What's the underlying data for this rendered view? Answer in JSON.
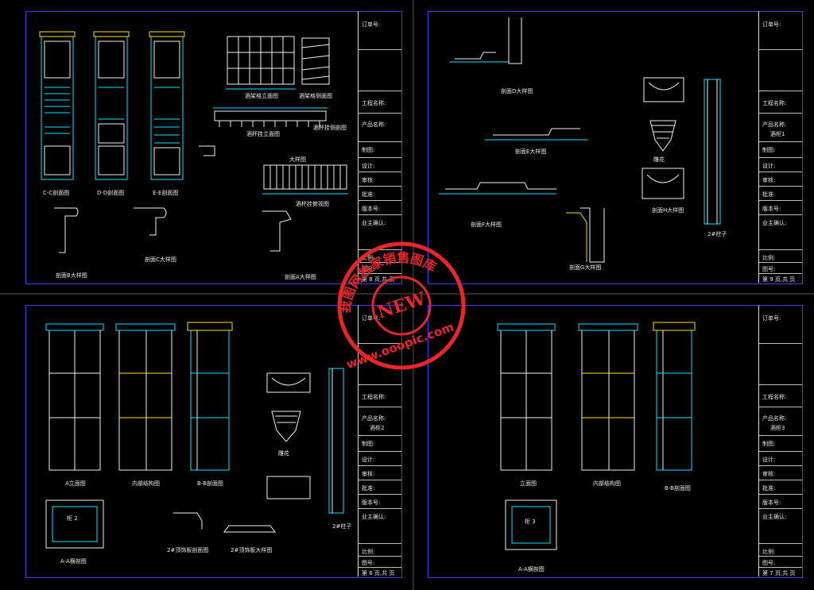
{
  "colors": {
    "background": "#000000",
    "frame": "#3c3cff",
    "cyan": "#00e5ff",
    "white": "#f0f0f0",
    "yellow": "#ffe000",
    "magenta": "#ff3cff",
    "stamp_red": "#e8262a"
  },
  "stamp": {
    "top_text": "我图网独家销售图库",
    "center_text": "NEW",
    "url_text": "www.ooopic.com"
  },
  "watermark": {
    "text": "我图网"
  },
  "sheets": [
    {
      "id": "sheet-top-left",
      "title_block": {
        "order_no": "订单号:",
        "project_name": "工程名称:",
        "product_name": "产品名称:",
        "product_value": "",
        "drawing": "制图:",
        "design": "设计:",
        "audit": "审核:",
        "approve": "批准:",
        "version": "版本号:",
        "owner_confirm": "业主确认:",
        "scale": "比例:",
        "drawing_no": "图号:",
        "page": "第 8 页,共  页"
      },
      "labels": {
        "c_section": "C-C剖面图",
        "d_section": "D-D剖面图",
        "e_section": "E-E剖面图",
        "wine_rack_front": "酒架格立面图",
        "wine_rack_side": "酒架格侧面图",
        "hanging_rack_front": "酒杯挂立面图",
        "hanging_rack_side": "酒杯挂侧剖图",
        "top_detail": "大样图",
        "hanging_plan": "酒杯挂俯视图",
        "detail_b": "剖面B大样图",
        "detail_c": "剖面C大样图",
        "detail_a": "剖面A大样图"
      }
    },
    {
      "id": "sheet-top-right",
      "title_block": {
        "order_no": "订单号:",
        "project_name": "工程名称:",
        "product_name": "产品名称:",
        "product_value": "酒柜1",
        "drawing": "制图:",
        "design": "设计:",
        "audit": "审核:",
        "approve": "批准:",
        "version": "版本号:",
        "owner_confirm": "业主确认:",
        "scale": "比例:",
        "drawing_no": "图号:",
        "page": "第 9 页,共  页"
      },
      "labels": {
        "detail_d": "剖面D大样图",
        "detail_e": "剖面E大样图",
        "detail_f": "剖面F大样图",
        "detail_g": "剖面G大样图",
        "detail_h": "剖面H大样图",
        "corbel": "雕花",
        "column": "2#柱子"
      }
    },
    {
      "id": "sheet-bottom-left",
      "title_block": {
        "order_no": "订单号:",
        "project_name": "工程名称:",
        "product_name": "产品名称:",
        "product_value": "酒柜2",
        "drawing": "制图:",
        "design": "设计:",
        "audit": "审核:",
        "approve": "批准:",
        "version": "版本号:",
        "owner_confirm": "业主确认:",
        "scale": "比例:",
        "drawing_no": "图号:",
        "page": "第 6 页,共  页"
      },
      "labels": {
        "a_elevation": "A立面图",
        "inner_structure": "内部结构图",
        "b_section": "B-B剖面图",
        "corbel": "雕花",
        "column": "2#柱子",
        "a_plan": "A-A横剖图",
        "cabinet": "柜 2",
        "top_section": "2#顶饰板剖面图",
        "top_detail": "2#顶饰板大样图"
      }
    },
    {
      "id": "sheet-bottom-right",
      "title_block": {
        "order_no": "订单号:",
        "project_name": "工程名称:",
        "product_name": "产品名称:",
        "product_value": "酒柜3",
        "drawing": "制图:",
        "design": "设计:",
        "audit": "审核:",
        "approve": "批准:",
        "version": "版本号:",
        "owner_confirm": "业主确认:",
        "scale": "比例:",
        "drawing_no": "图号:",
        "page": "第 7 页,共  页"
      },
      "labels": {
        "elevation": "立面图",
        "inner_structure": "内部结构图",
        "b_section": "B-B剖面图",
        "a_plan": "A-A横剖图",
        "cabinet": "柜 3"
      }
    }
  ]
}
